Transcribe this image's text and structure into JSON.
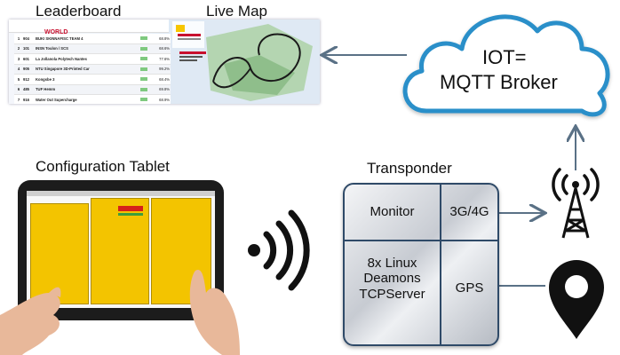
{
  "labels": {
    "leaderboard": "Leaderboard",
    "live_map": "Live Map",
    "configuration_tablet": "Configuration Tablet",
    "transponder": "Transponder"
  },
  "cloud": {
    "line1": "IOT=",
    "line2": "MQTT Broker"
  },
  "transponder": {
    "monitor": "Monitor",
    "cellular": "3G/4G",
    "daemons_lines": [
      "8x Linux",
      "Deamons",
      "TCPServer"
    ],
    "gps": "GPS"
  },
  "leaderboard_rows": [
    {
      "pos": "1",
      "num": "904",
      "team": "BUKI SKINNAFISC TEAM 4",
      "val": "68.8%"
    },
    {
      "pos": "2",
      "num": "101",
      "team": "INSN Toulon / SCS",
      "val": "68.6%"
    },
    {
      "pos": "3",
      "num": "601",
      "team": "La Jollanola Polytech Nantes",
      "val": "77.6%"
    },
    {
      "pos": "4",
      "num": "905",
      "team": "NTU Singapore 3D-Printed Car",
      "val": "99.2%"
    },
    {
      "pos": "5",
      "num": "912",
      "team": "Kongsbe 3",
      "val": "68.4%"
    },
    {
      "pos": "6",
      "num": "485",
      "team": "TUF Hemm",
      "val": "69.8%"
    },
    {
      "pos": "7",
      "num": "916",
      "team": "Water Out Supercharge",
      "val": "68.9%"
    }
  ],
  "map_badge": "WORLD",
  "colors": {
    "cloud_stroke": "#2a8fc9",
    "arrow": "#5a7186",
    "tablet_panel": "#f3c400",
    "box_border": "#2f4a68"
  }
}
